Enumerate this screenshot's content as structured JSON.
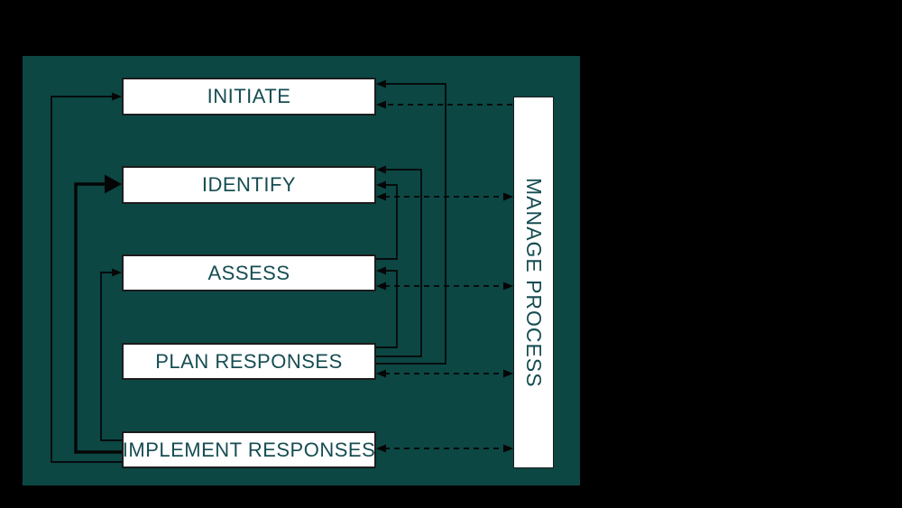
{
  "diagram": {
    "type": "flow-diagram",
    "nodes": {
      "initiate": {
        "label": "INITIATE"
      },
      "identify": {
        "label": "IDENTIFY"
      },
      "assess": {
        "label": "ASSESS"
      },
      "plan_responses": {
        "label": "PLAN RESPONSES"
      },
      "implement_responses": {
        "label": "IMPLEMENT RESPONSES"
      },
      "manage_process": {
        "label": "MANAGE PROCESS"
      }
    },
    "connections": [
      {
        "from": "implement_responses",
        "to": "initiate",
        "style": "solid"
      },
      {
        "from": "implement_responses",
        "to": "identify",
        "style": "solid-bold-large-arrow"
      },
      {
        "from": "implement_responses",
        "to": "assess",
        "style": "solid"
      },
      {
        "from": "assess",
        "to": "identify",
        "style": "solid"
      },
      {
        "from": "plan_responses",
        "to": "assess",
        "style": "solid"
      },
      {
        "from": "plan_responses",
        "to": "identify",
        "style": "solid"
      },
      {
        "from": "plan_responses",
        "to": "initiate",
        "style": "solid"
      },
      {
        "from": "manage_process",
        "to": "initiate",
        "style": "dashed"
      },
      {
        "from": "manage_process",
        "to": "identify",
        "style": "dashed-bidirectional"
      },
      {
        "from": "manage_process",
        "to": "assess",
        "style": "dashed-bidirectional"
      },
      {
        "from": "manage_process",
        "to": "plan_responses",
        "style": "dashed-bidirectional"
      },
      {
        "from": "manage_process",
        "to": "implement_responses",
        "style": "dashed-bidirectional"
      }
    ]
  },
  "colors": {
    "background": "#000000",
    "panel": "#0c4744",
    "node-fill": "#ffffff",
    "node-border": "#1c1c1c",
    "node-text": "#164d52",
    "line": "#050505"
  }
}
